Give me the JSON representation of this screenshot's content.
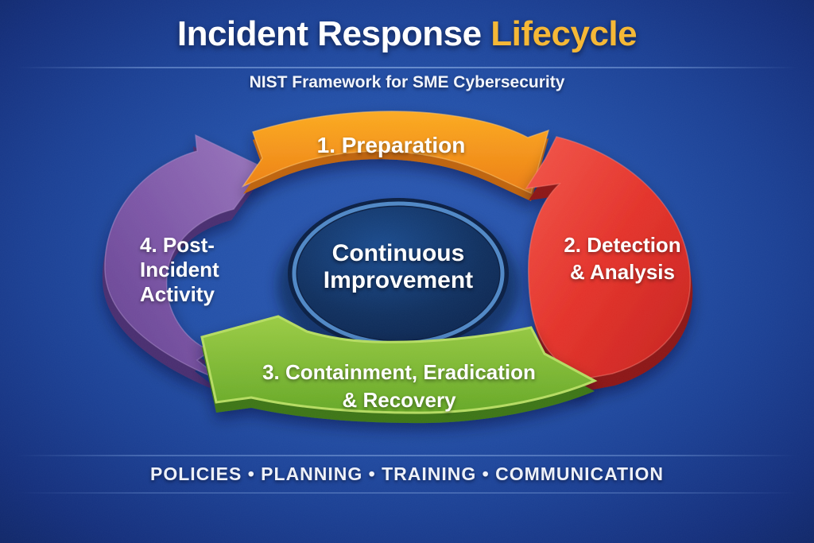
{
  "title": {
    "main": "Incident Response",
    "highlight": "Lifecycle"
  },
  "subtitle": "NIST Framework for SME Cybersecurity",
  "center": {
    "line1": "Continuous",
    "line2": "Improvement"
  },
  "stages": [
    {
      "number": "1",
      "label": "1. Preparation",
      "lines": [
        "1. Preparation"
      ],
      "color": "#F6941F",
      "position": "top"
    },
    {
      "number": "2",
      "label": "2. Detection & Analysis",
      "lines": [
        "2. Detection",
        "& Analysis"
      ],
      "color": "#E2342B",
      "position": "right"
    },
    {
      "number": "3",
      "label": "3. Containment, Eradication & Recovery",
      "lines": [
        "3. Containment, Eradication",
        "& Recovery"
      ],
      "color": "#7DB934",
      "position": "bottom"
    },
    {
      "number": "4",
      "label": "4. Post-Incident Activity",
      "lines": [
        "4. Post-",
        "Incident",
        "Activity"
      ],
      "color": "#7B55A5",
      "position": "left"
    }
  ],
  "footer": {
    "text": "POLICIES • PLANNING • TRAINING • COMMUNICATION",
    "items": [
      "POLICIES",
      "PLANNING",
      "TRAINING",
      "COMMUNICATION"
    ]
  },
  "colors": {
    "background_center": "#2B57B0",
    "background_edge": "#0F2564",
    "title_highlight": "#F5B733",
    "center_ellipse_fill": "#0C2650",
    "center_ellipse_ring": "#4F87C5",
    "text": "#FFFFFF"
  }
}
